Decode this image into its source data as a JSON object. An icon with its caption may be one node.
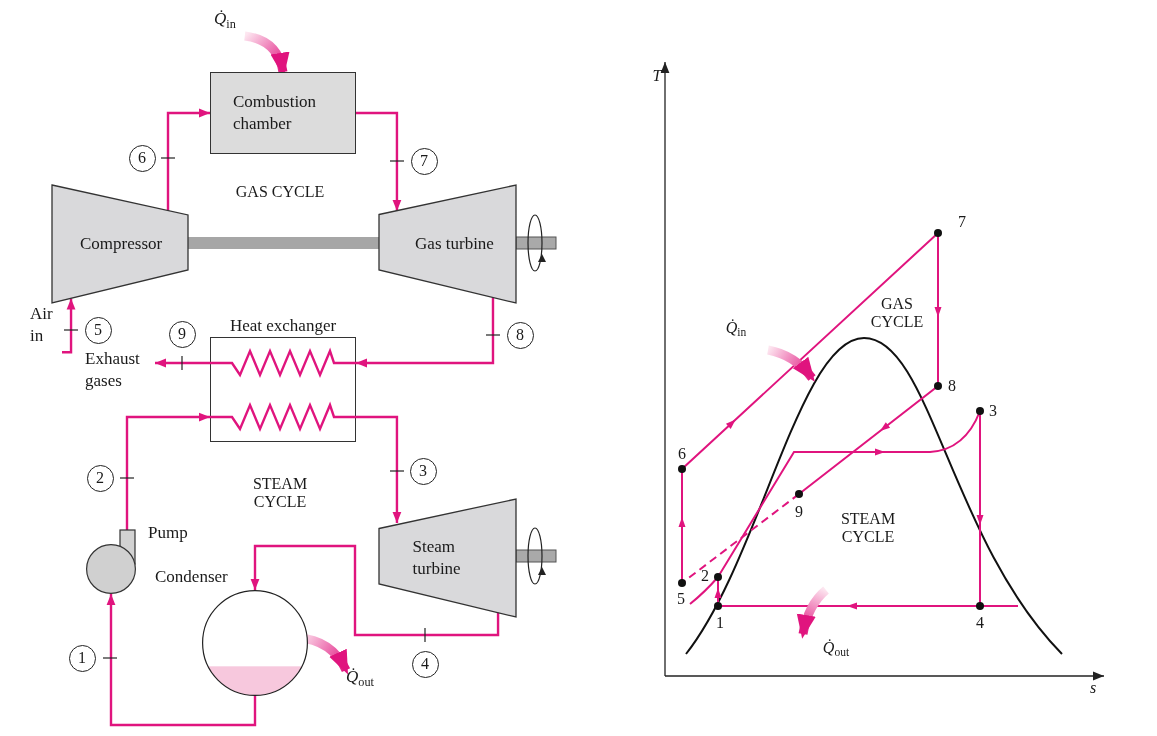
{
  "diagram": {
    "nodes": [
      {
        "text": [
          "*Q̇*$_{in}$"
        ]
      },
      {
        "text": [
          "Combustion chamber"
        ]
      },
      {
        "text": [
          "Compressor"
        ]
      },
      {
        "text": [
          "Gas turbine"
        ]
      },
      {
        "text": [
          "Air in"
        ]
      },
      {
        "text": [
          "Heat exchanger"
        ]
      },
      {
        "text": [
          "Exhaust gases"
        ]
      },
      {
        "text": [],
        "shape": "circle",
        "beside": [
          "Pump"
        ]
      },
      {
        "text": [
          "Steam turbine"
        ]
      },
      {
        "text": [],
        "shape": "circle",
        "beside": [
          "Condenser"
        ]
      },
      {
        "text": [
          "*Q̇*$_{out}$"
        ]
      }
    ],
    "edges": [
      {
        "from": 0,
        "to": 1,
        "arrow": "to",
        "style": "thick"
      },
      {
        "from": 2,
        "to": 1,
        "arrow": "to",
        "label": "6"
      },
      {
        "from": 1,
        "to": 3,
        "arrow": "to",
        "label": "7"
      },
      {
        "from": 2,
        "to": 3,
        "arrow": "none",
        "style": "thick",
        "color": "#a6a6a6"
      },
      {
        "from": 3,
        "to": 5,
        "arrow": "to",
        "label": "8"
      },
      {
        "from": 5,
        "to": 6,
        "arrow": "to",
        "label": "9"
      },
      {
        "from": 4,
        "to": 2,
        "arrow": "to",
        "label": "5"
      },
      {
        "from": 7,
        "to": 5,
        "arrow": "to",
        "label": "2"
      },
      {
        "from": 5,
        "to": 8,
        "arrow": "to",
        "label": "3"
      },
      {
        "from": 8,
        "to": 9,
        "arrow": "to",
        "label": "4"
      },
      {
        "from": 9,
        "to": 7,
        "arrow": "to",
        "label": "1"
      },
      {
        "from": 9,
        "to": 10,
        "arrow": "to",
        "style": "thick"
      }
    ],
    "labels": [
      "GAS CYCLE",
      "STEAM CYCLE",
      "T",
      "7",
      "GAS CYCLE",
      "*Q̇*$_{in}$",
      "8",
      "3",
      "6",
      "9",
      "STEAM CYCLE",
      "2",
      "5",
      "1",
      "4",
      "*Q̇*$_{out}$",
      "s"
    ]
  }
}
